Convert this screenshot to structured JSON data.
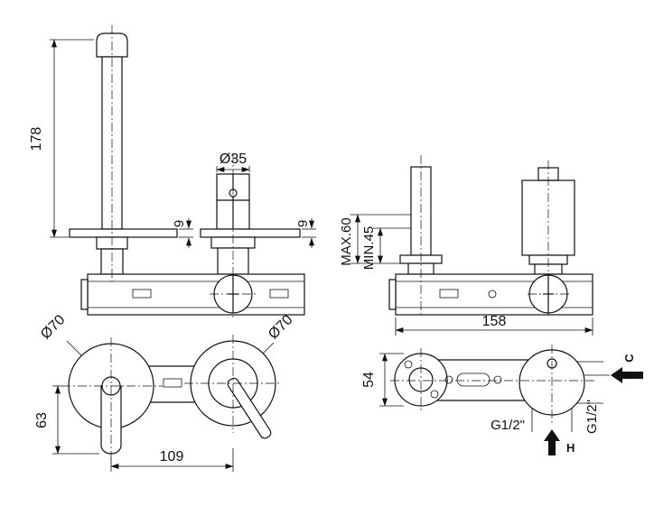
{
  "meta": {
    "bg": "#ffffff",
    "ink": "#111111",
    "drawing": "wall-mounted basin mixer technical drawing, 4 views"
  },
  "views": {
    "side": {
      "height": "178",
      "handle_dia": "Ø35",
      "plate_spout": "9",
      "plate_handle": "9"
    },
    "depth": {
      "max_embed": "MAX.60",
      "min_embed": "MIN.45",
      "body_len": "158"
    },
    "front": {
      "spout_esc_dia": "Ø70",
      "handle_esc_dia": "Ø70",
      "spout_drop": "63",
      "center_dist": "109"
    },
    "back": {
      "body_h": "54",
      "thread_bottom": "G1/2\"",
      "thread_side": "G1/2\"",
      "cold": "C",
      "hot": "H"
    }
  }
}
